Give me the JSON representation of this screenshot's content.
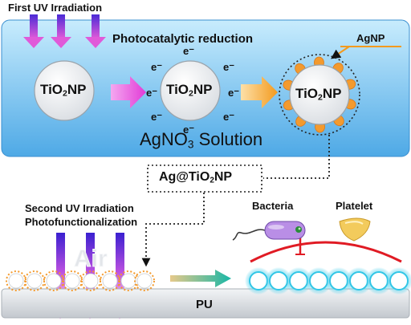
{
  "diagram": {
    "first_uv": "First UV Irradiation",
    "photocatalytic": "Photocatalytic reduction",
    "agnp_label": "AgNP",
    "tio2_np": {
      "main": "TiO",
      "sub": "2",
      "tail": "NP"
    },
    "electron": "e⁻",
    "solution": {
      "main": "AgNO",
      "sub": "3",
      "tail": " Solution"
    },
    "product": {
      "main": "Ag@TiO",
      "sub": "2",
      "tail": "NP"
    },
    "second_uv_line1": "Second UV Irradiation",
    "second_uv_line2": "Photofunctionalization",
    "air": "Air",
    "bacteria": "Bacteria",
    "platelet": "Platelet",
    "substrate": "PU",
    "colors": {
      "panel_top": "#b7e3fb",
      "panel_bottom": "#5fb3ea",
      "uv_top": "#5a2bd6",
      "uv_bottom": "#e05ad9",
      "arrow_pink": "#e23ad6",
      "arrow_orange": "#f7a12a",
      "agnp_orange": "#f39a2e",
      "glow_cyan": "#31c6e6",
      "repel_red": "#e01b24",
      "pu_gray": "#cfd3d8"
    }
  }
}
